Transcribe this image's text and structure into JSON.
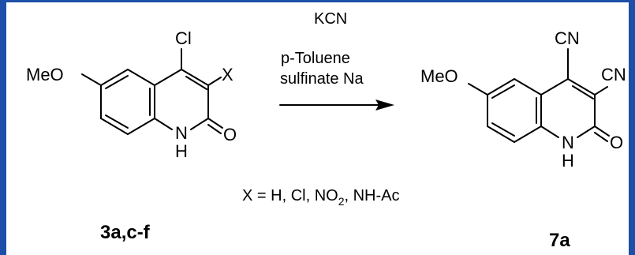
{
  "scheme": {
    "reactant": {
      "atoms": {
        "cl": "Cl",
        "x": "X",
        "meo": "MeO",
        "nh_n": "N",
        "nh_h": "H",
        "o": "O"
      },
      "label": "3a,c-f"
    },
    "reagents": {
      "line1": "KCN",
      "line2": "p-Toluene",
      "line3": "sulfinate Na"
    },
    "condition": {
      "prefix": "X = H, Cl, NO",
      "sub": "2",
      "suffix": ", NH-Ac"
    },
    "product": {
      "atoms": {
        "cn4": "CN",
        "cn3": "CN",
        "meo": "MeO",
        "nh_n": "N",
        "nh_h": "H",
        "o": "O"
      },
      "label": "7a"
    }
  },
  "colors": {
    "frame": "#1e4fa8",
    "ink": "#000000"
  }
}
